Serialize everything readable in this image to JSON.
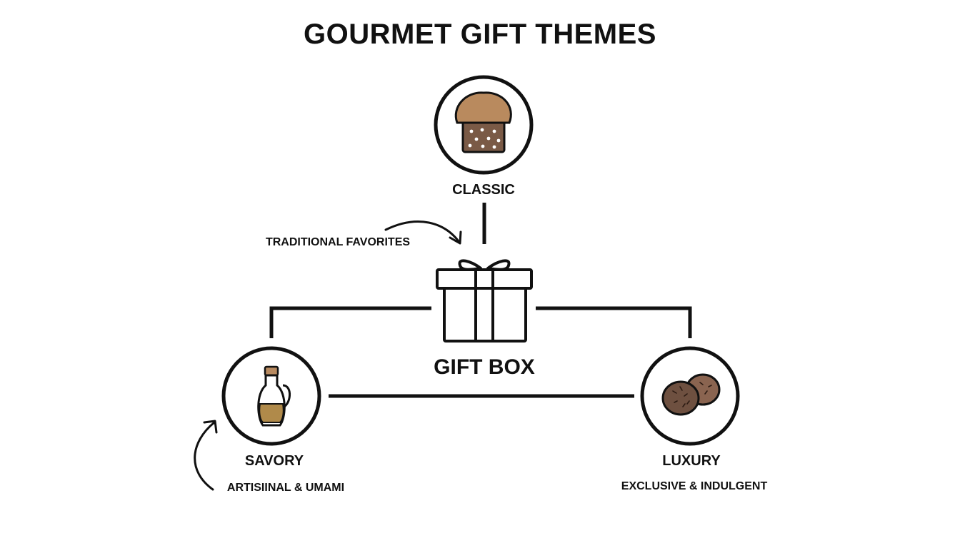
{
  "title": "GOURMET GIFT THEMES",
  "center": {
    "label": "GIFT BOX",
    "icon": "gift-box-icon"
  },
  "nodes": {
    "classic": {
      "label": "CLASSIC",
      "note": "TRADITIONAL FAVORITES",
      "icon": "panettone-icon"
    },
    "savory": {
      "label": "SAVORY",
      "note": "ARTISIINAL & UMAMI",
      "icon": "oil-bottle-icon"
    },
    "luxury": {
      "label": "LUXURY",
      "note": "EXCLUSIVE & INDULGENT",
      "icon": "truffle-icon"
    }
  },
  "colors": {
    "ink": "#111111",
    "cake_top": "#b98a5e",
    "cake_body": "#7a5a46",
    "oil": "#b08a4a",
    "cork": "#b88a60",
    "truffle_dark": "#6e5040",
    "truffle_light": "#8a6450"
  }
}
